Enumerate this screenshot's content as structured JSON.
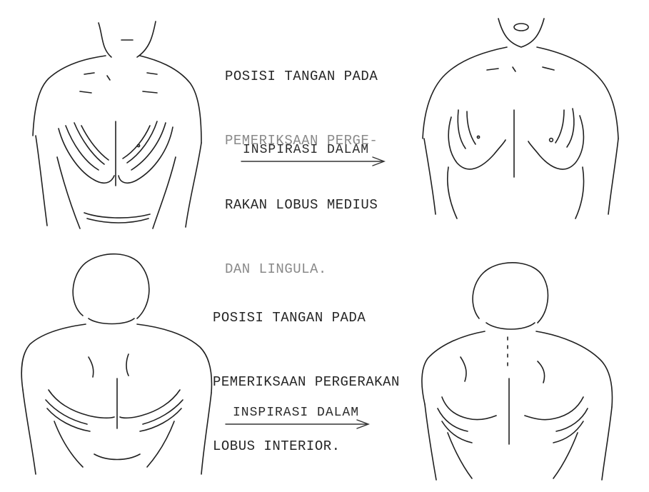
{
  "section1": {
    "caption_lines": [
      {
        "text": "POSISI TANGAN PADA",
        "faded": false
      },
      {
        "text": "PEMERIKSAAN PERGE-",
        "faded": true
      },
      {
        "text": "RAKAN LOBUS MEDIUS",
        "faded": false
      },
      {
        "text": "DAN LINGULA.",
        "faded": true
      }
    ],
    "arrow_label": "INSPIRASI DALAM"
  },
  "section2": {
    "caption_lines": [
      {
        "text": "POSISI TANGAN PADA",
        "faded": false
      },
      {
        "text": "PEMERIKSAAN PERGERAKAN",
        "faded": false
      },
      {
        "text": "LOBUS INTERIOR.",
        "faded": false
      }
    ],
    "arrow_label": "INSPIRASI DALAM"
  }
}
